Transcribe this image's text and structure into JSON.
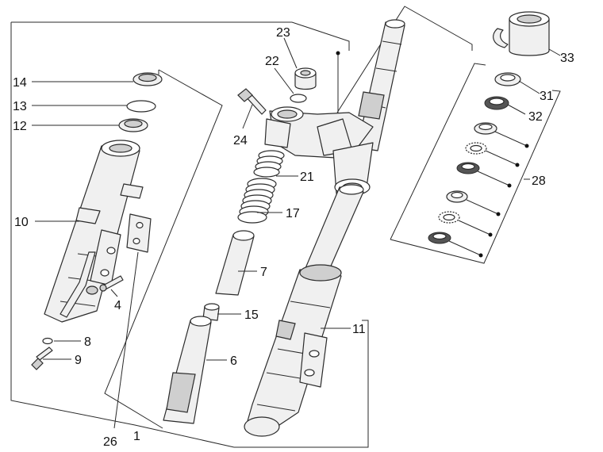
{
  "callouts": {
    "c1": "1",
    "c4": "4",
    "c6": "6",
    "c7": "7",
    "c8": "8",
    "c9": "9",
    "c10": "10",
    "c11": "11",
    "c12": "12",
    "c13": "13",
    "c14": "14",
    "c15": "15",
    "c17": "17",
    "c21": "21",
    "c22": "22",
    "c23": "23",
    "c24": "24",
    "c26": "26",
    "c28": "28",
    "c31": "31",
    "c32": "32",
    "c33": "33"
  }
}
